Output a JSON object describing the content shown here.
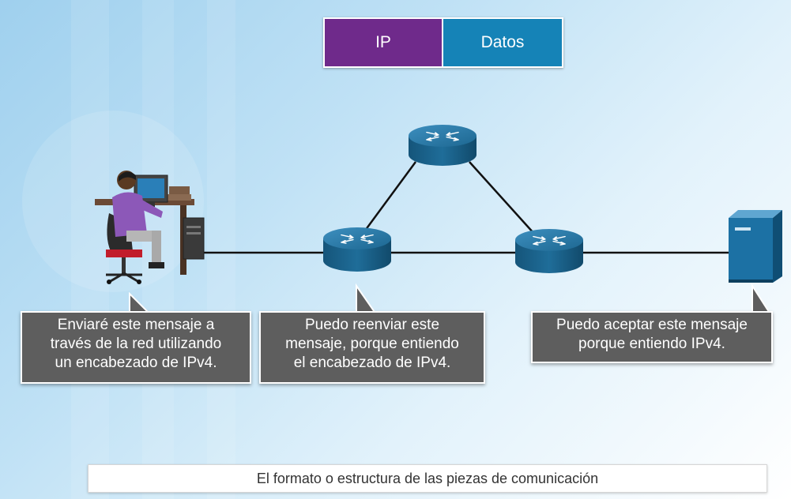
{
  "packet": {
    "ip_label": "IP",
    "data_label": "Datos",
    "ip_color": "#6f2a8b",
    "data_color": "#1583b7"
  },
  "nodes": [
    {
      "name": "user-workstation",
      "icon": "person-at-computer-icon"
    },
    {
      "name": "router-top",
      "icon": "router-icon"
    },
    {
      "name": "router-left",
      "icon": "router-icon"
    },
    {
      "name": "router-right",
      "icon": "router-icon"
    },
    {
      "name": "server",
      "icon": "server-icon"
    }
  ],
  "callouts": [
    {
      "text": "Enviaré este mensaje a\ntravés de la red utilizando\nun encabezado de IPv4."
    },
    {
      "text": "Puedo reenviar este\nmensaje, porque entiendo\nel encabezado de IPv4."
    },
    {
      "text": "Puedo aceptar este mensaje\nporque entiendo IPv4."
    }
  ],
  "caption": "El formato o estructura de las piezas de comunicación"
}
